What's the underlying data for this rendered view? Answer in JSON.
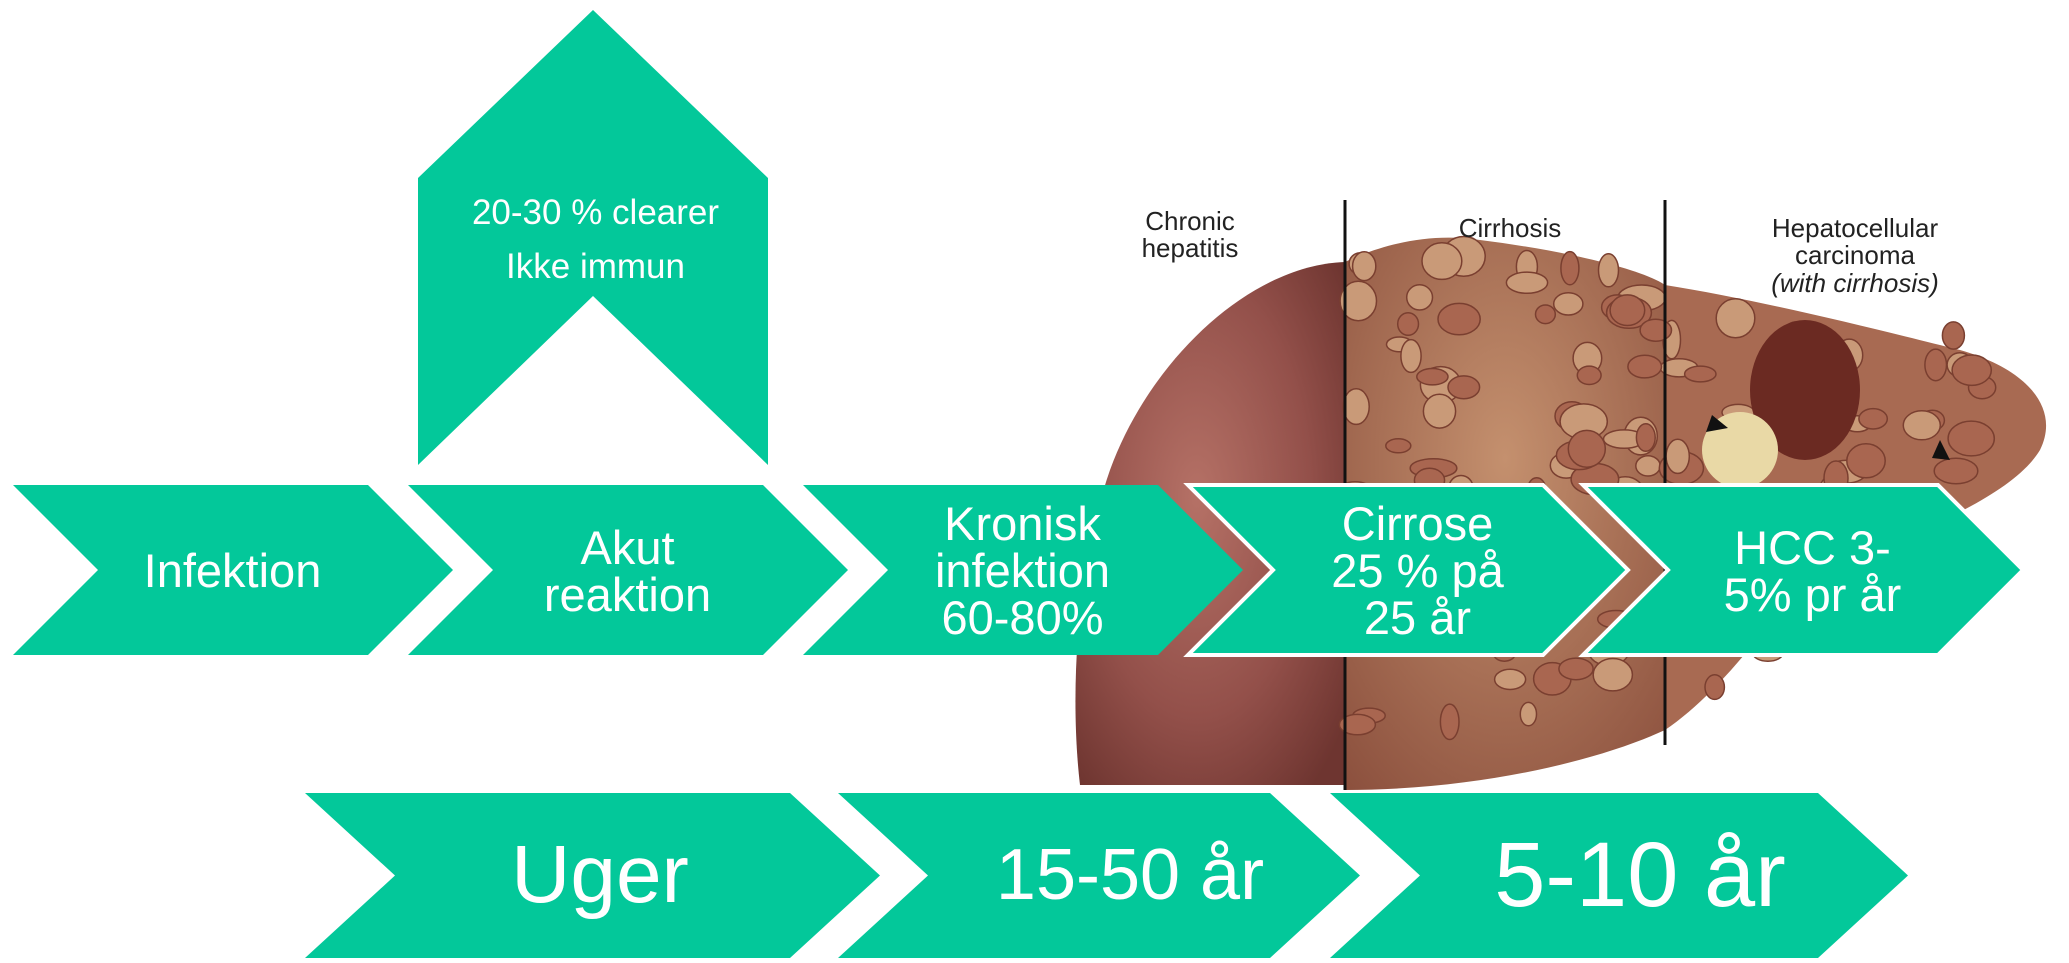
{
  "colors": {
    "arrow": "#03C89A",
    "liver_dark": "#8a4a44",
    "liver_light": "#b97a63",
    "text": "#ffffff"
  },
  "up_arrow": {
    "lines": [
      "20-30 % clearer",
      "Ikke immun"
    ]
  },
  "stages": [
    {
      "lines": [
        "Infektion"
      ]
    },
    {
      "lines": [
        "Akut",
        "reaktion"
      ]
    },
    {
      "lines": [
        "Kronisk",
        "infektion",
        "60-80%"
      ]
    },
    {
      "lines": [
        "Cirrose",
        "25 % på",
        "25 år"
      ]
    },
    {
      "lines": [
        "HCC 3-",
        "5% pr år"
      ]
    }
  ],
  "timeline": [
    {
      "label": "Uger"
    },
    {
      "label": "15-50 år"
    },
    {
      "label": "5-10 år"
    }
  ],
  "liver_image": {
    "captions": {
      "chronic": [
        "Chronic",
        "hepatitis"
      ],
      "cirrhosis": [
        "Cirrhosis"
      ],
      "hcc": [
        "Hepatocellular",
        "carcinoma",
        "(with cirrhosis)"
      ]
    }
  }
}
